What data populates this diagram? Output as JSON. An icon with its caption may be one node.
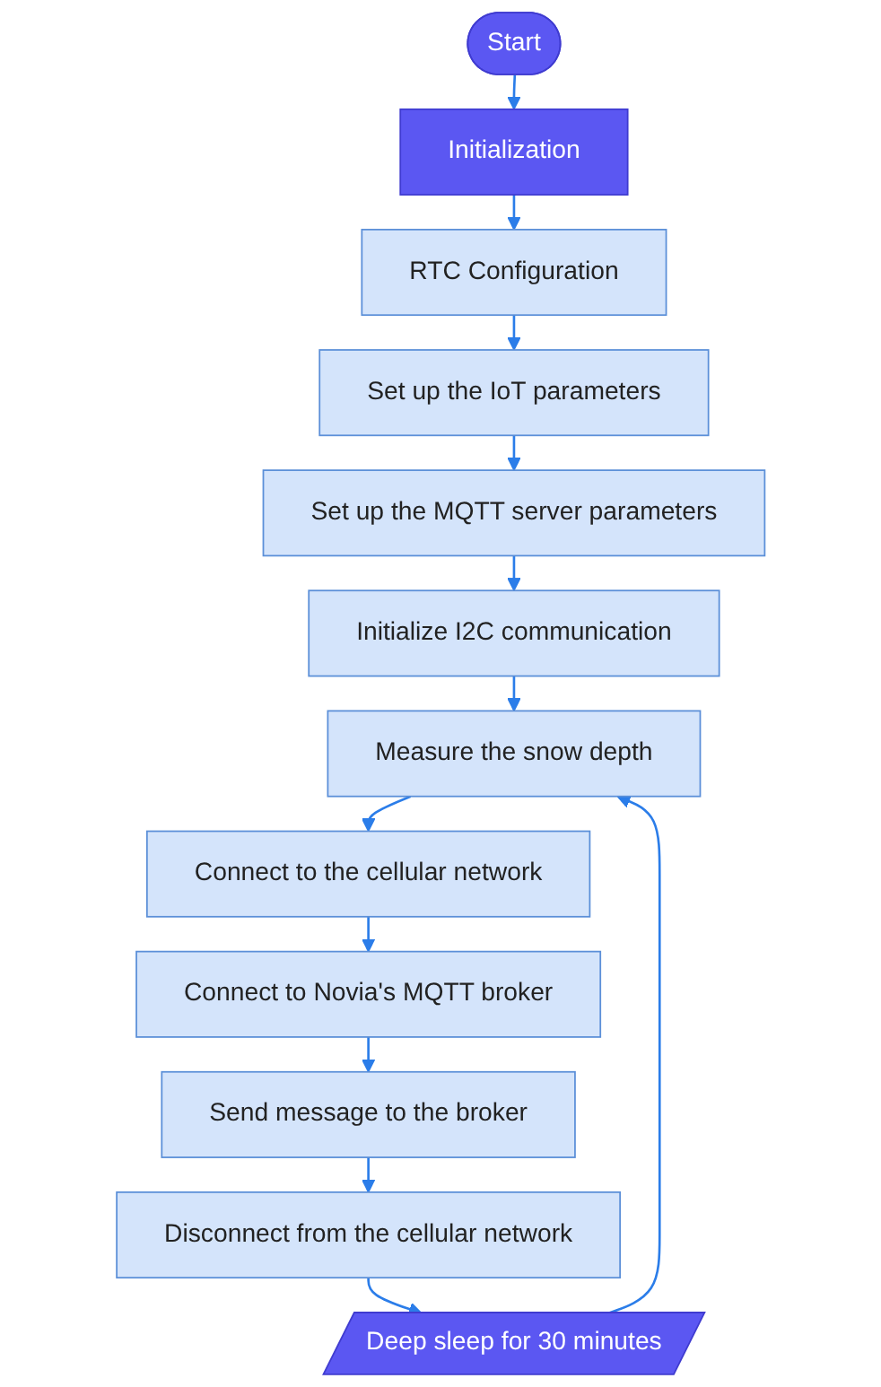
{
  "diagram": {
    "nodes": [
      {
        "text": [
          "Start"
        ]
      },
      {
        "text": [
          "Initialization"
        ]
      },
      {
        "text": [
          "RTC Configuration"
        ]
      },
      {
        "text": [
          "Set up the IoT parameters"
        ]
      },
      {
        "text": [
          "Set up the MQTT server parameters"
        ]
      },
      {
        "text": [
          "Initialize I2C communication"
        ]
      },
      {
        "text": [
          "Measure the snow depth"
        ]
      },
      {
        "text": [
          "Connect to the cellular network"
        ]
      },
      {
        "text": [
          "Connect to Novia's MQTT broker"
        ]
      },
      {
        "text": [
          "Send message to the broker"
        ]
      },
      {
        "text": [
          "Disconnect from the cellular network"
        ]
      },
      {
        "text": [
          "Deep sleep for 30 minutes"
        ]
      }
    ],
    "edges": [
      {
        "from": 0,
        "to": 1,
        "arrow": "to"
      },
      {
        "from": 1,
        "to": 2,
        "arrow": "to"
      },
      {
        "from": 2,
        "to": 3,
        "arrow": "to"
      },
      {
        "from": 3,
        "to": 4,
        "arrow": "to"
      },
      {
        "from": 4,
        "to": 5,
        "arrow": "to"
      },
      {
        "from": 5,
        "to": 6,
        "arrow": "to"
      },
      {
        "from": 6,
        "to": 7,
        "arrow": "to"
      },
      {
        "from": 7,
        "to": 8,
        "arrow": "to"
      },
      {
        "from": 8,
        "to": 9,
        "arrow": "to"
      },
      {
        "from": 9,
        "to": 10,
        "arrow": "to"
      },
      {
        "from": 10,
        "to": 11,
        "arrow": "to"
      },
      {
        "from": 11,
        "to": 6,
        "arrow": "to"
      }
    ]
  }
}
